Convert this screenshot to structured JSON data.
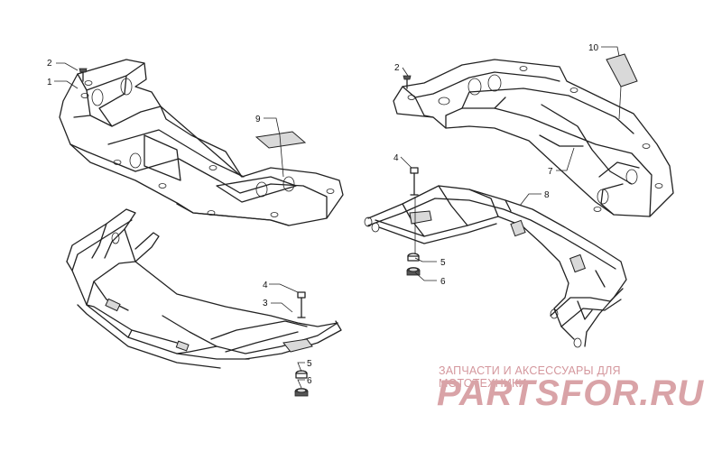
{
  "callouts": {
    "left_1": "1",
    "left_2": "2",
    "left_3": "3",
    "left_4": "4",
    "left_5": "5",
    "left_6": "6",
    "left_9": "9",
    "right_2": "2",
    "right_4": "4",
    "right_5": "5",
    "right_6": "6",
    "right_7": "7",
    "right_8": "8",
    "right_10": "10"
  },
  "watermark": {
    "caption": "ЗАПЧАСТИ И АКСЕССУАРЫ ДЛЯ МОТОТЕХНИКИ",
    "logo": "PARTSFOR.RU",
    "color": "#d4979d"
  }
}
